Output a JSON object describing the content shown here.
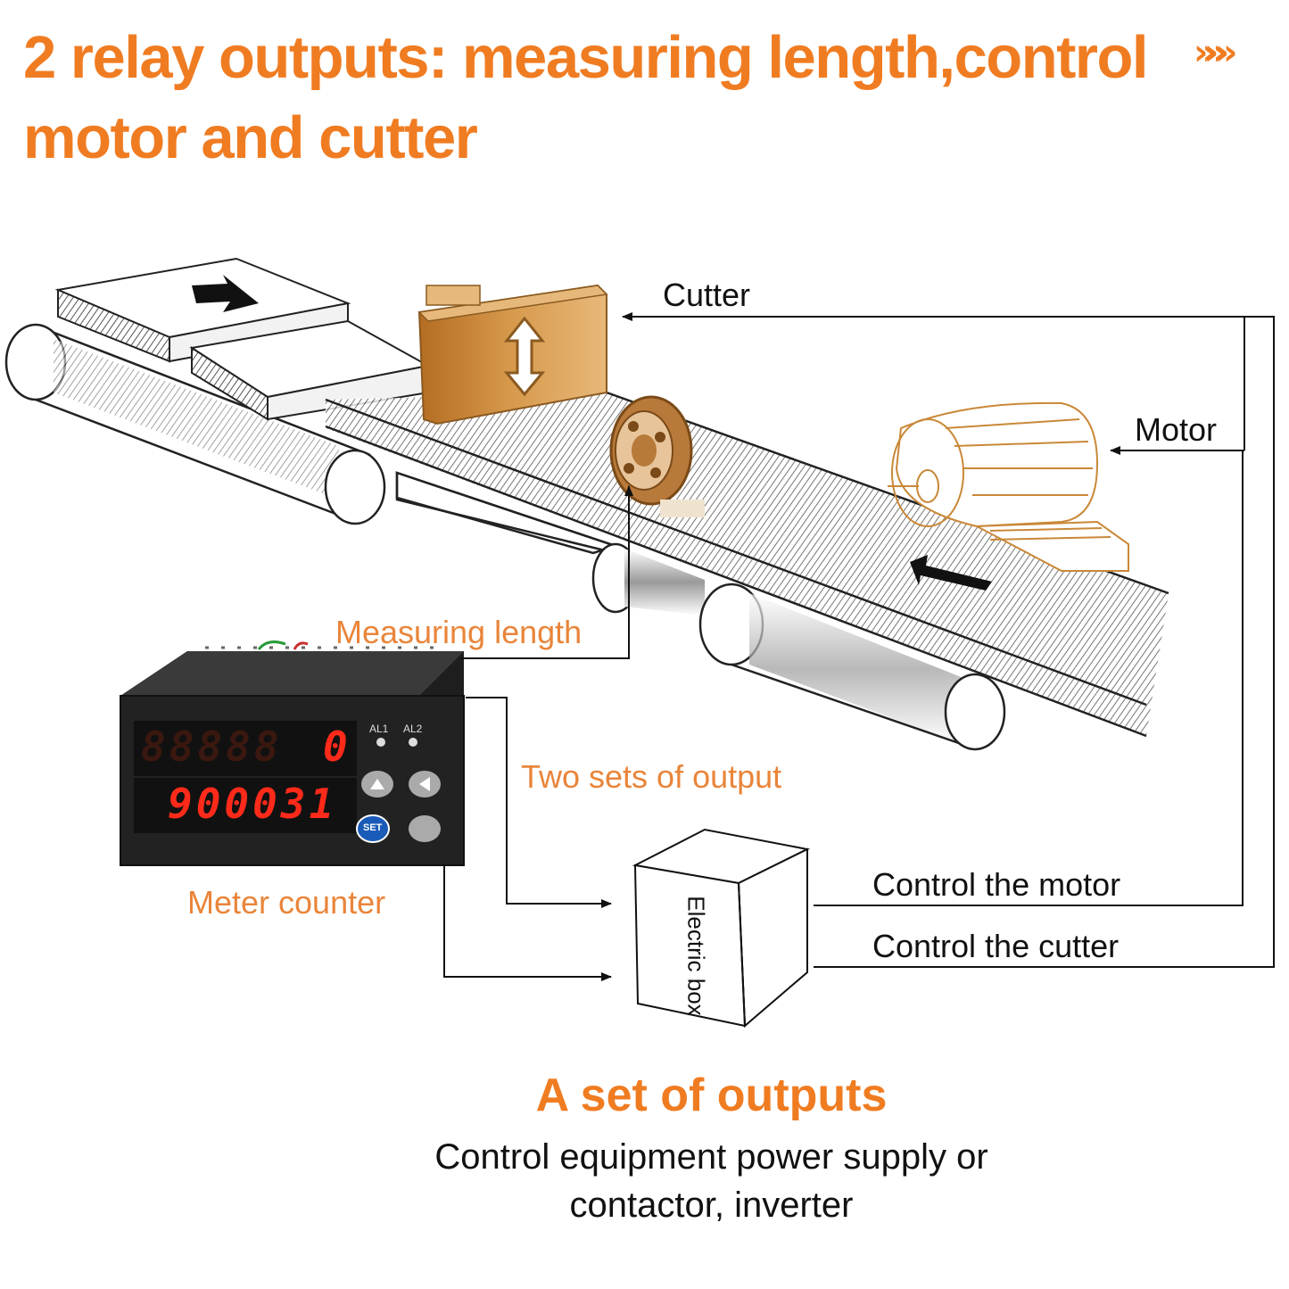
{
  "header": {
    "title_line1": "2 relay outputs: measuring length,control",
    "title_line2": "motor and cutter",
    "chevrons": "»»»"
  },
  "labels": {
    "cutter": "Cutter",
    "motor": "Motor",
    "measuring_length": "Measuring length",
    "two_sets_output": "Two sets of output",
    "meter_counter": "Meter counter",
    "control_motor": "Control the motor",
    "control_cutter": "Control the cutter",
    "electric_box": "Electric box"
  },
  "meter": {
    "top_ghost": "88888",
    "top_value": "0",
    "bottom_value": "900031",
    "al1": "AL1",
    "al2": "AL2",
    "set_button": "SET"
  },
  "footer": {
    "title": "A set of outputs",
    "line1": "Control equipment power supply or",
    "line2": "contactor, inverter"
  },
  "colors": {
    "accent_orange": "#f07c22",
    "label_orange": "#e9853a",
    "led_red": "#ff2a1a",
    "cutter_brown": "#c98838",
    "wheel_brown": "#b87a3a"
  }
}
